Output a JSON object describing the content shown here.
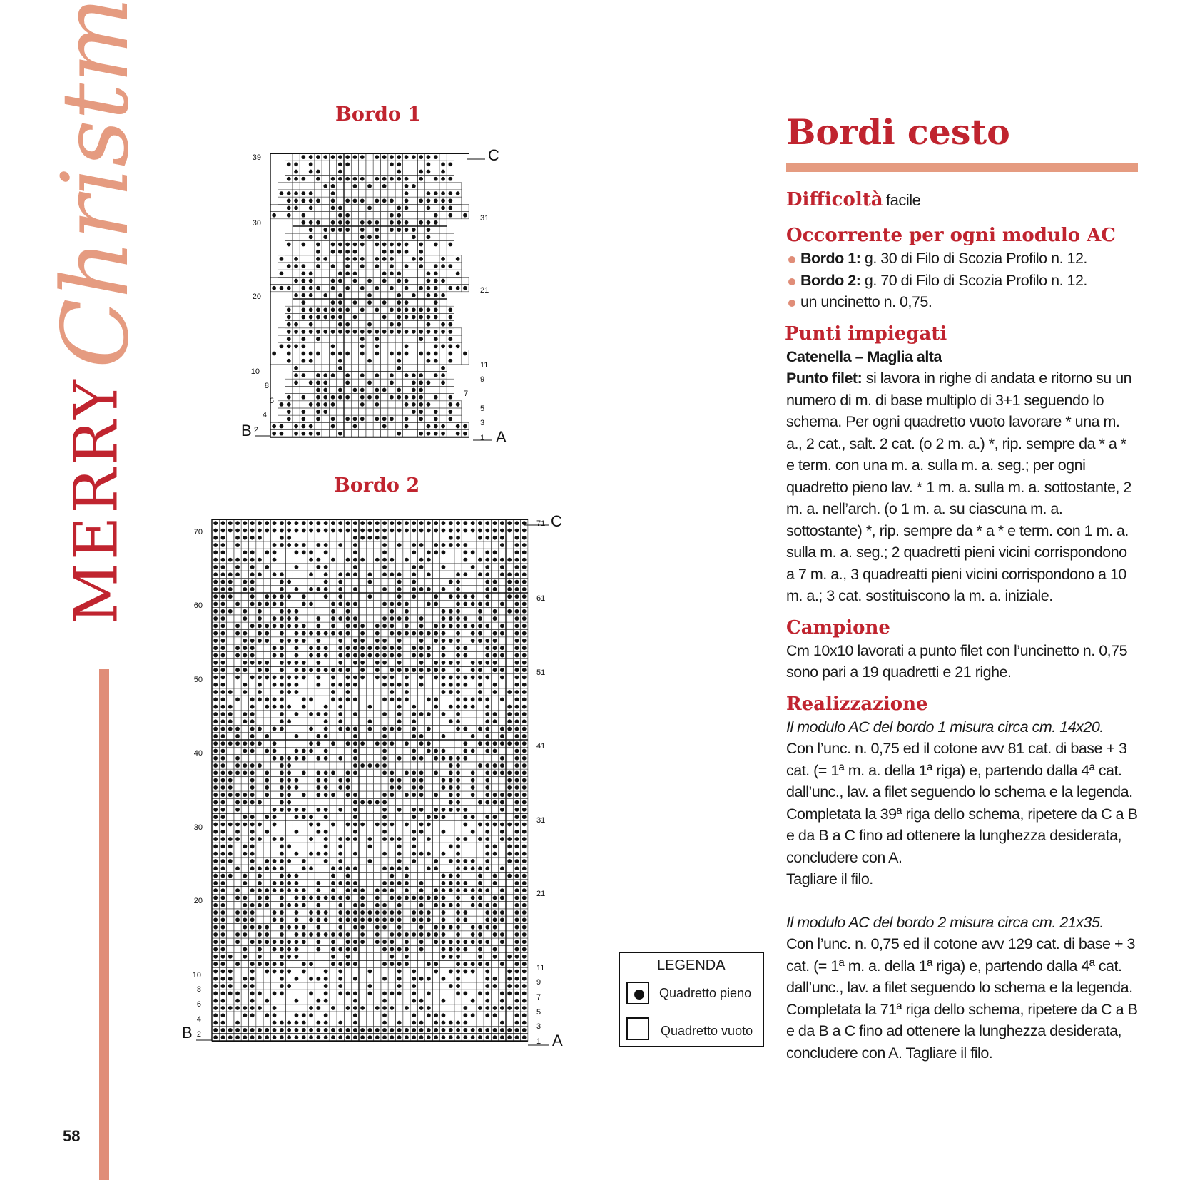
{
  "sidebar": {
    "merry": "MERRY",
    "christmas": "Christmas",
    "page_number": "58"
  },
  "charts": {
    "bordo1": {
      "title": "Bordo 1",
      "left_labels": [
        "39",
        "30",
        "20",
        "10",
        "8",
        "6",
        "4",
        "2"
      ],
      "right_labels": [
        "31",
        "21",
        "11",
        "9",
        "7",
        "5",
        "3",
        "1"
      ],
      "point_start": "B",
      "point_left": "A",
      "point_top": "C"
    },
    "bordo2": {
      "title": "Bordo 2",
      "left_labels": [
        "70",
        "60",
        "50",
        "40",
        "30",
        "20",
        "10",
        "8",
        "6",
        "4",
        "2"
      ],
      "right_labels": [
        "71",
        "61",
        "51",
        "41",
        "31",
        "21",
        "11",
        "9",
        "7",
        "5",
        "3",
        "1"
      ],
      "point_start": "B",
      "point_left": "A",
      "point_top": "C"
    }
  },
  "legend": {
    "title": "LEGENDA",
    "filled": "Quadretto pieno",
    "empty": "Quadretto vuoto"
  },
  "content": {
    "title": "Bordi cesto",
    "difficulty_label": "Difficoltà",
    "difficulty_value": "facile",
    "materials_heading": "Occorrente per ogni modulo AC",
    "materials": [
      {
        "bold": "Bordo 1:",
        "text": " g. 30 di Filo di Scozia Profilo n. 12."
      },
      {
        "bold": "Bordo 2:",
        "text": " g. 70 di Filo di Scozia Profilo n. 12."
      },
      {
        "bold": "",
        "text": "un uncinetto n. 0,75."
      }
    ],
    "stitches_heading": "Punti impiegati",
    "stitches_line1": "Catenella – Maglia alta",
    "stitches_filet_bold": "Punto filet:",
    "stitches_filet_text": " si lavora in righe di andata e ritorno su un numero di m. di base multiplo di 3+1 seguendo lo schema. Per ogni quadretto vuoto lavorare * una m. a., 2 cat., salt. 2 cat. (o 2 m. a.) *, rip. sempre da * a * e term. con una m. a. sulla m. a. seg.; per ogni quadretto pieno lav. * 1 m. a. sulla m. a. sottostante, 2 m. a. nell’arch. (o 1 m. a. su ciascuna m. a. sottostante) *, rip. sempre da * a * e term. con 1 m. a. sulla m. a. seg.; 2 quadretti pieni vicini corrispondono a 7 m. a., 3 quadreatti pieni vicini corrispondono a 10 m. a.; 3 cat. sostituiscono la m. a. iniziale.",
    "sample_heading": "Campione",
    "sample_text": "Cm 10x10 lavorati a punto filet con l’uncinetto n. 0,75 sono pari a 19 quadretti e 21 righe.",
    "realization_heading": "Realizzazione",
    "r1_italic": "Il modulo AC del bordo 1 misura circa cm. 14x20.",
    "r1_text": "Con l’unc. n. 0,75 ed il cotone avv 81 cat. di base + 3 cat. (= 1ª m. a. della 1ª riga) e, partendo dalla 4ª cat. dall’unc., lav. a filet seguendo lo schema e la legenda. Completata la 39ª riga dello schema, ripetere da C a B e da B a C fino ad ottenere la lunghezza desiderata, concludere con A.",
    "r1_end": "Tagliare il filo.",
    "r2_italic": "Il modulo AC del bordo 2 misura circa cm. 21x35.",
    "r2_text": "Con l’unc. n. 0,75 ed il cotone avv 129 cat. di base + 3 cat. (= 1ª m. a. della 1ª riga) e, partendo dalla 4ª cat. dall’unc., lav. a filet seguendo lo schema e la legenda. Completata la 71ª riga dello schema, ripetere da C a B e da B a C fino ad ottenere la lunghezza desiderata, concludere con A. Tagliare il filo."
  }
}
